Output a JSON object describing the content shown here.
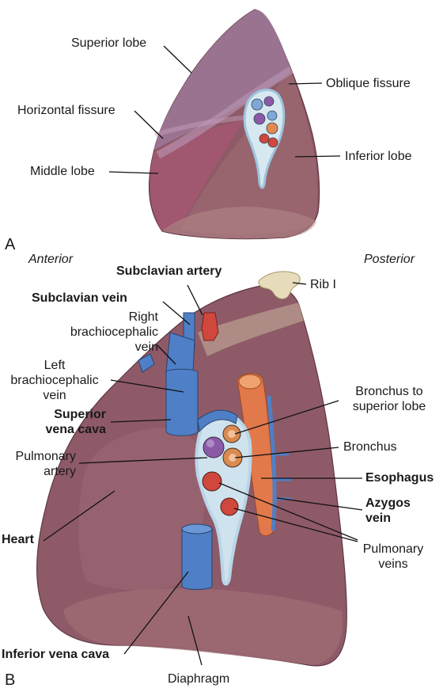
{
  "panel_a": {
    "letter": "A",
    "labels": {
      "superior_lobe": "Superior lobe",
      "horizontal_fissure": "Horizontal fissure",
      "middle_lobe": "Middle lobe",
      "oblique_fissure": "Oblique fissure",
      "inferior_lobe": "Inferior lobe"
    }
  },
  "panel_b": {
    "letter": "B",
    "orientation": {
      "anterior": "Anterior",
      "posterior": "Posterior"
    },
    "labels": {
      "subclavian_artery": "Subclavian artery",
      "rib_i": "Rib I",
      "subclavian_vein": "Subclavian vein",
      "right_brachiocephalic_vein": [
        "Right",
        "brachiocephalic",
        "vein"
      ],
      "left_brachiocephalic_vein": [
        "Left",
        "brachiocephalic",
        "vein"
      ],
      "superior_vena_cava": [
        "Superior",
        "vena cava"
      ],
      "pulmonary_artery": [
        "Pulmonary",
        "artery"
      ],
      "heart": "Heart",
      "inferior_vena_cava": "Inferior vena cava",
      "diaphragm": "Diaphragm",
      "bronchus_to_superior_lobe": [
        "Bronchus to",
        "superior lobe"
      ],
      "bronchus": "Bronchus",
      "esophagus": "Esophagus",
      "azygos_vein": [
        "Azygos",
        "vein"
      ],
      "pulmonary_veins": [
        "Pulmonary",
        "veins"
      ]
    }
  },
  "colors": {
    "lung": "#8e5a68",
    "lung_light": "#a5707c",
    "lung_dark": "#6e4050",
    "superior_lobe_tint": "#9a7094",
    "middle_lobe_tint": "#a55a72",
    "vein_blue": "#4f7fc6",
    "artery_red": "#d0473d",
    "bronchus_orange": "#d98a4e",
    "esophagus": "#e2794a",
    "hilum_border": "#b9d6e8",
    "rib": "#e6dcbc",
    "leader": "#111111"
  }
}
